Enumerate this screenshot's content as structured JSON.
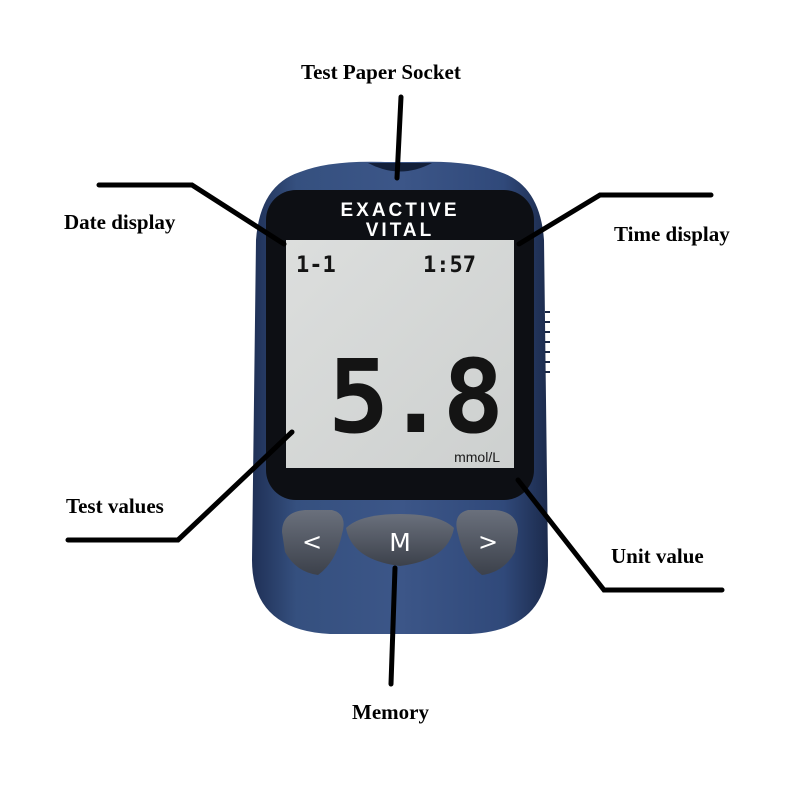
{
  "labels": {
    "test_paper_socket": "Test Paper Socket",
    "date_display": "Date display",
    "time_display": "Time display",
    "test_values": "Test values",
    "unit_value": "Unit value",
    "memory": "Memory"
  },
  "device": {
    "brand_line1": "EXACTIVE",
    "brand_line2": "VITAL",
    "date": "1-1",
    "time": "1:57",
    "reading": "5.8",
    "unit": "mmol/L",
    "buttons": {
      "left": "<",
      "memory": "M",
      "right": ">"
    }
  },
  "colors": {
    "body": "#2f4470",
    "bezel": "#0d0f14",
    "screen": "#d5d7d6",
    "button": "#4a505c"
  }
}
